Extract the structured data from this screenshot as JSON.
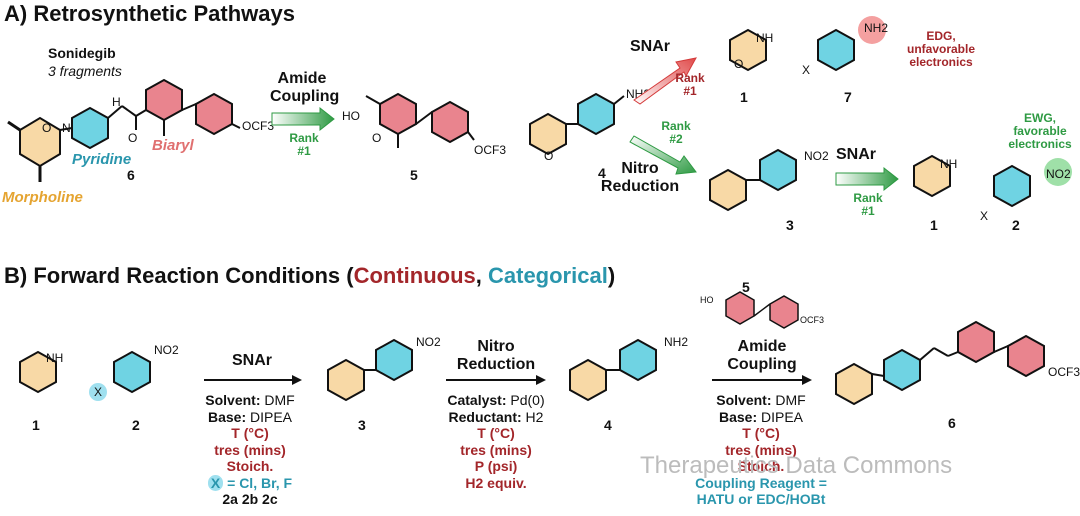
{
  "panel_a": {
    "title": "A) Retrosynthetic Pathways",
    "sonidegib_name": "Sonidegib",
    "fragments_note": "3 fragments",
    "label_biaryl": "Biaryl",
    "label_pyridine": "Pyridine",
    "label_morpholine": "Morpholine",
    "cmpd6": "6",
    "amide_coupling_1": "Amide",
    "amide_coupling_2": "Coupling",
    "rank1_a": "Rank",
    "rank1_b": "#1",
    "cmpd5": "5",
    "cmpd4": "4",
    "snar_top": "SNAr",
    "rank_top_a": "Rank",
    "rank_top_b": "#1",
    "rank2_a": "Rank",
    "rank2_b": "#2",
    "nitro_1": "Nitro",
    "nitro_2": "Reduction",
    "cmpd1_top": "1",
    "cmpd7": "7",
    "edg_1": "EDG,",
    "edg_2": "unfavorable",
    "edg_3": "electronics",
    "ewg_1": "EWG,",
    "ewg_2": "favorable",
    "ewg_3": "electronics",
    "cmpd3": "3",
    "snar_bottom": "SNAr",
    "rank_b_a": "Rank",
    "rank_b_b": "#1",
    "cmpd1_bottom": "1",
    "cmpd2": "2"
  },
  "panel_b": {
    "title_prefix": "B) Forward Reaction Conditions (",
    "title_cont": "Continuous",
    "title_sep": ", ",
    "title_cat": "Categorical",
    "title_suffix": ")",
    "cmpd1": "1",
    "cmpd2": "2",
    "step1": {
      "name": "SNAr",
      "solvent_k": "Solvent:",
      "solvent_v": "DMF",
      "base_k": "Base:",
      "base_v": "DIPEA",
      "c1": "T (°C)",
      "c2": "tres (mins)",
      "c3": "Stoich.",
      "x_opts": "= Cl, Br, F",
      "x_ids": "2a 2b 2c"
    },
    "cmpd3": "3",
    "step2": {
      "name1": "Nitro",
      "name2": "Reduction",
      "cat_k": "Catalyst:",
      "cat_v": "Pd(0)",
      "red_k": "Reductant:",
      "red_v": "H2",
      "c1": "T (°C)",
      "c2": "tres (mins)",
      "c3": "P (psi)",
      "c4": "H2 equiv."
    },
    "cmpd4": "4",
    "cmpd5": "5",
    "step3": {
      "name1": "Amide",
      "name2": "Coupling",
      "solvent_k": "Solvent:",
      "solvent_v": "DMF",
      "base_k": "Base:",
      "base_v": "DIPEA",
      "c1": "T (°C)",
      "c2": "tres (mins)",
      "c3": "Stoich.",
      "reagent1": "Coupling Reagent =",
      "reagent2": "HATU or EDC/HOBt"
    },
    "cmpd6": "6"
  },
  "atoms": {
    "NH": "NH",
    "O": "O",
    "N": "N",
    "X": "X",
    "HO": "HO",
    "NH2": "NH2",
    "NO2": "NO2",
    "OCF3": "OCF3",
    "H": "H"
  },
  "watermark": "Therapeutics Data Commons",
  "colors": {
    "pyridine": "#6fd3e3",
    "biaryl": "#e9848e",
    "morpholine": "#f8d9a6",
    "continuous": "#a3262a",
    "categorical": "#2a96ad",
    "green": "#2e9a43"
  }
}
